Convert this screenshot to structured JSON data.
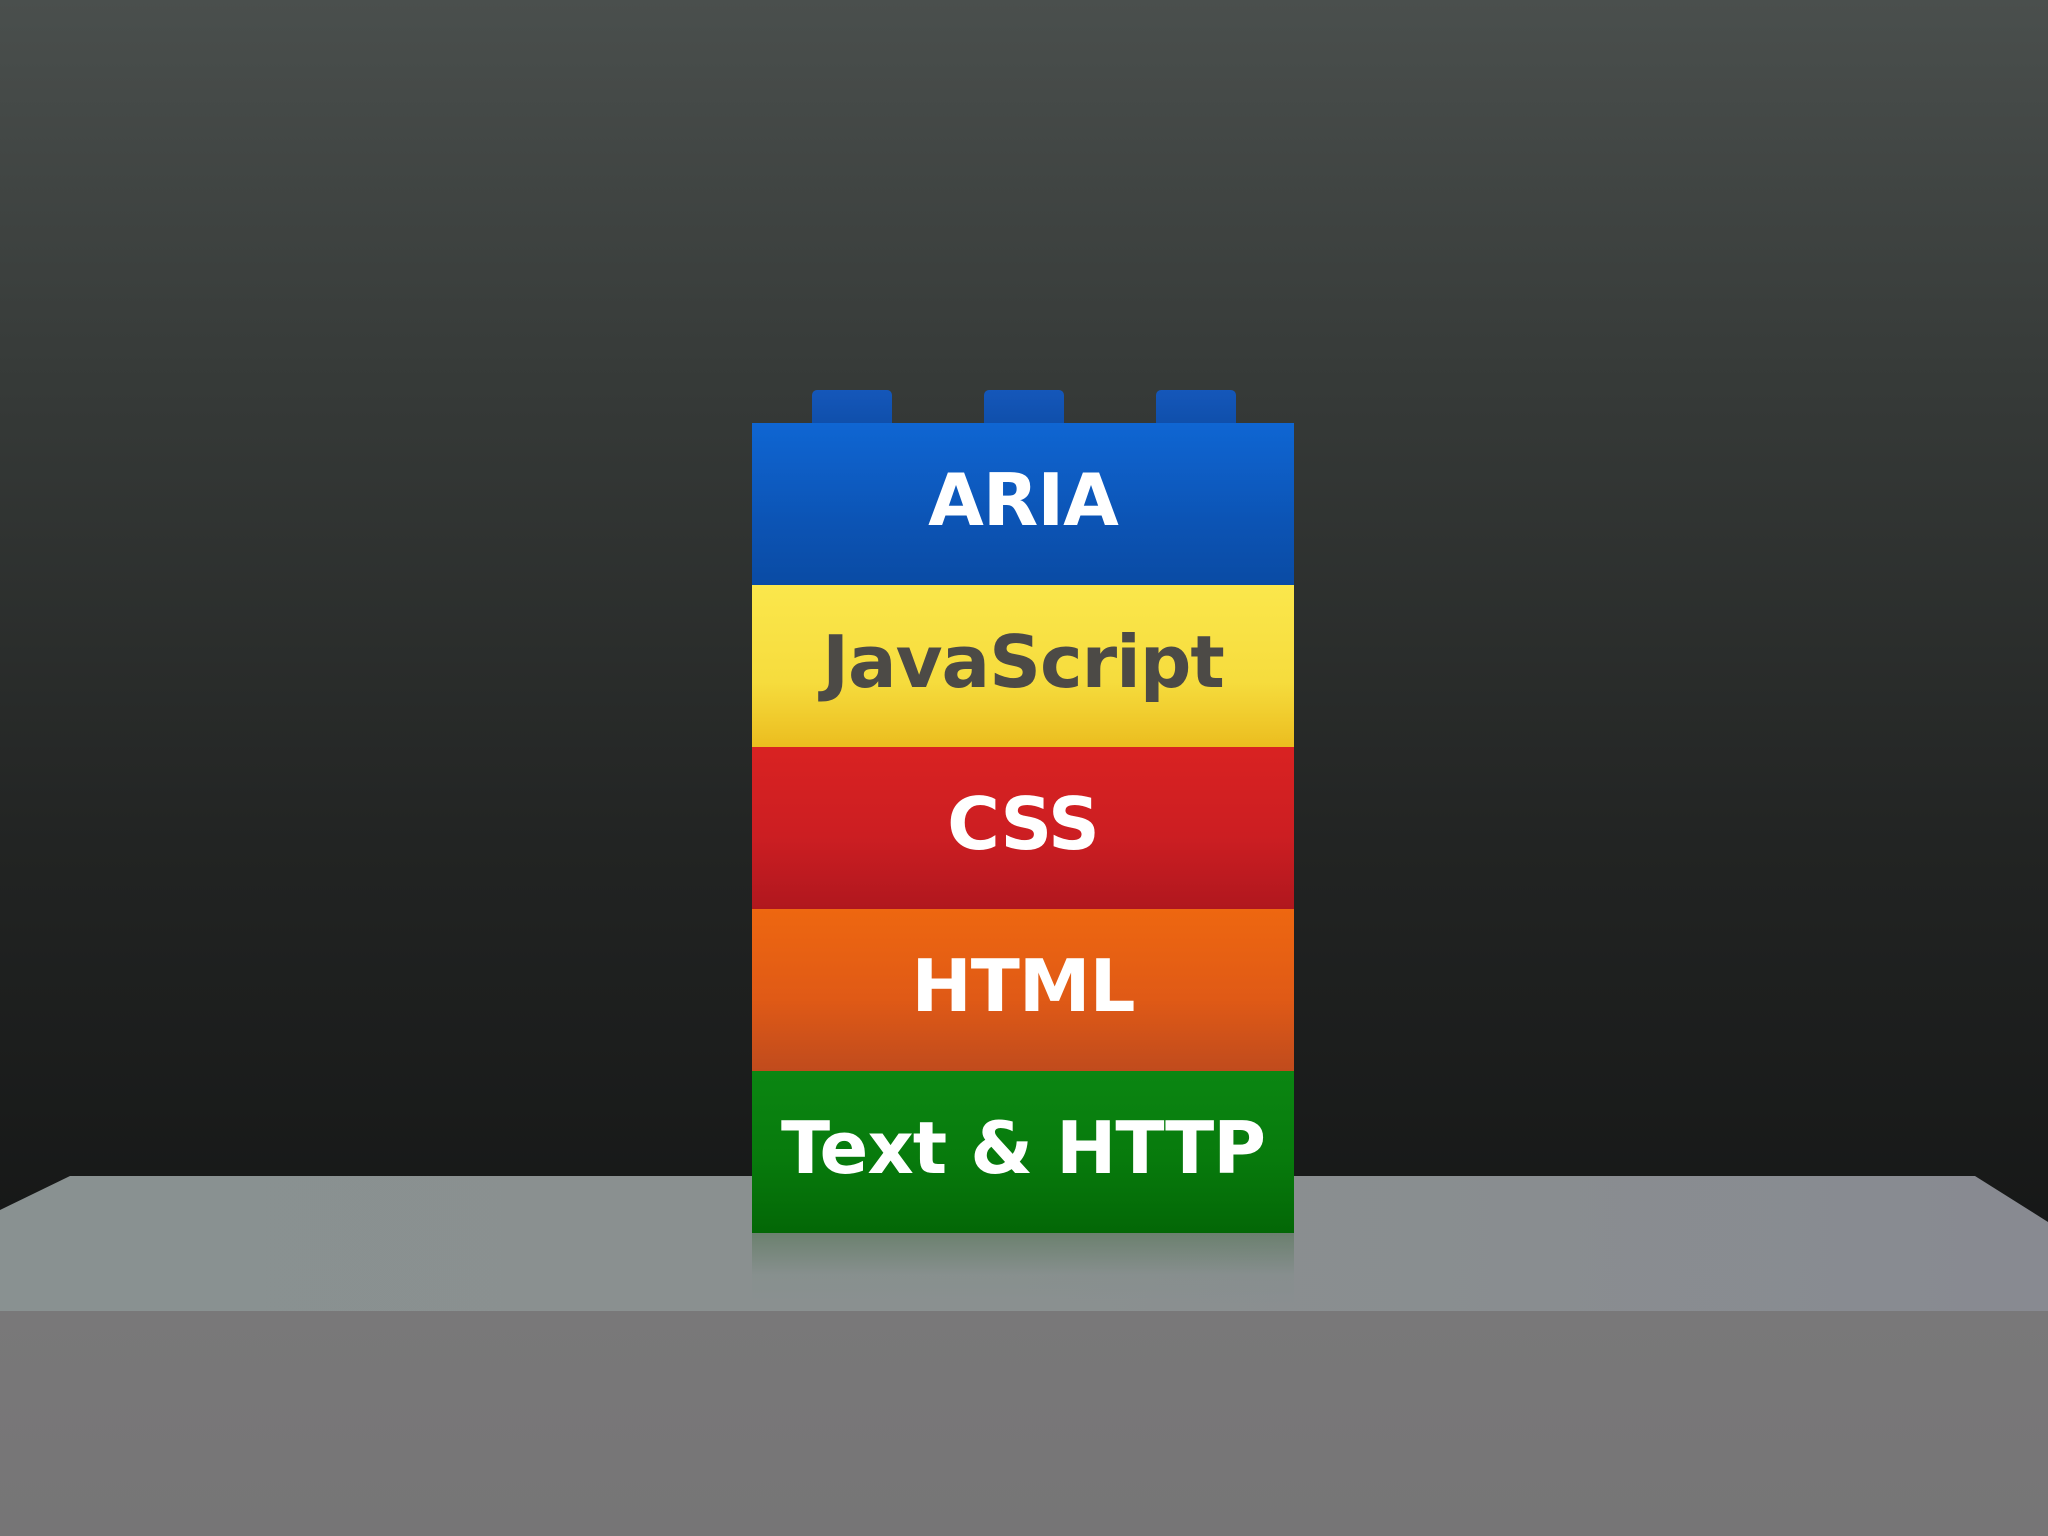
{
  "colors": {
    "background_top": "#4a4f4d",
    "background_bottom": "#0d0e0e",
    "table_surface": "#868c8c",
    "table_front": "#777677",
    "stud": "#1256b5"
  },
  "stack": {
    "layers": [
      {
        "label": "ARIA",
        "color": "#0d5cc4",
        "text_color": "#ffffff"
      },
      {
        "label": "JavaScript",
        "color": "#f5da3c",
        "text_color": "#4c4a46"
      },
      {
        "label": "CSS",
        "color": "#cc1e22",
        "text_color": "#ffffff"
      },
      {
        "label": "HTML",
        "color": "#e05a16",
        "text_color": "#ffffff"
      },
      {
        "label": "Text & HTTP",
        "color": "#077a0c",
        "text_color": "#ffffff"
      }
    ]
  }
}
